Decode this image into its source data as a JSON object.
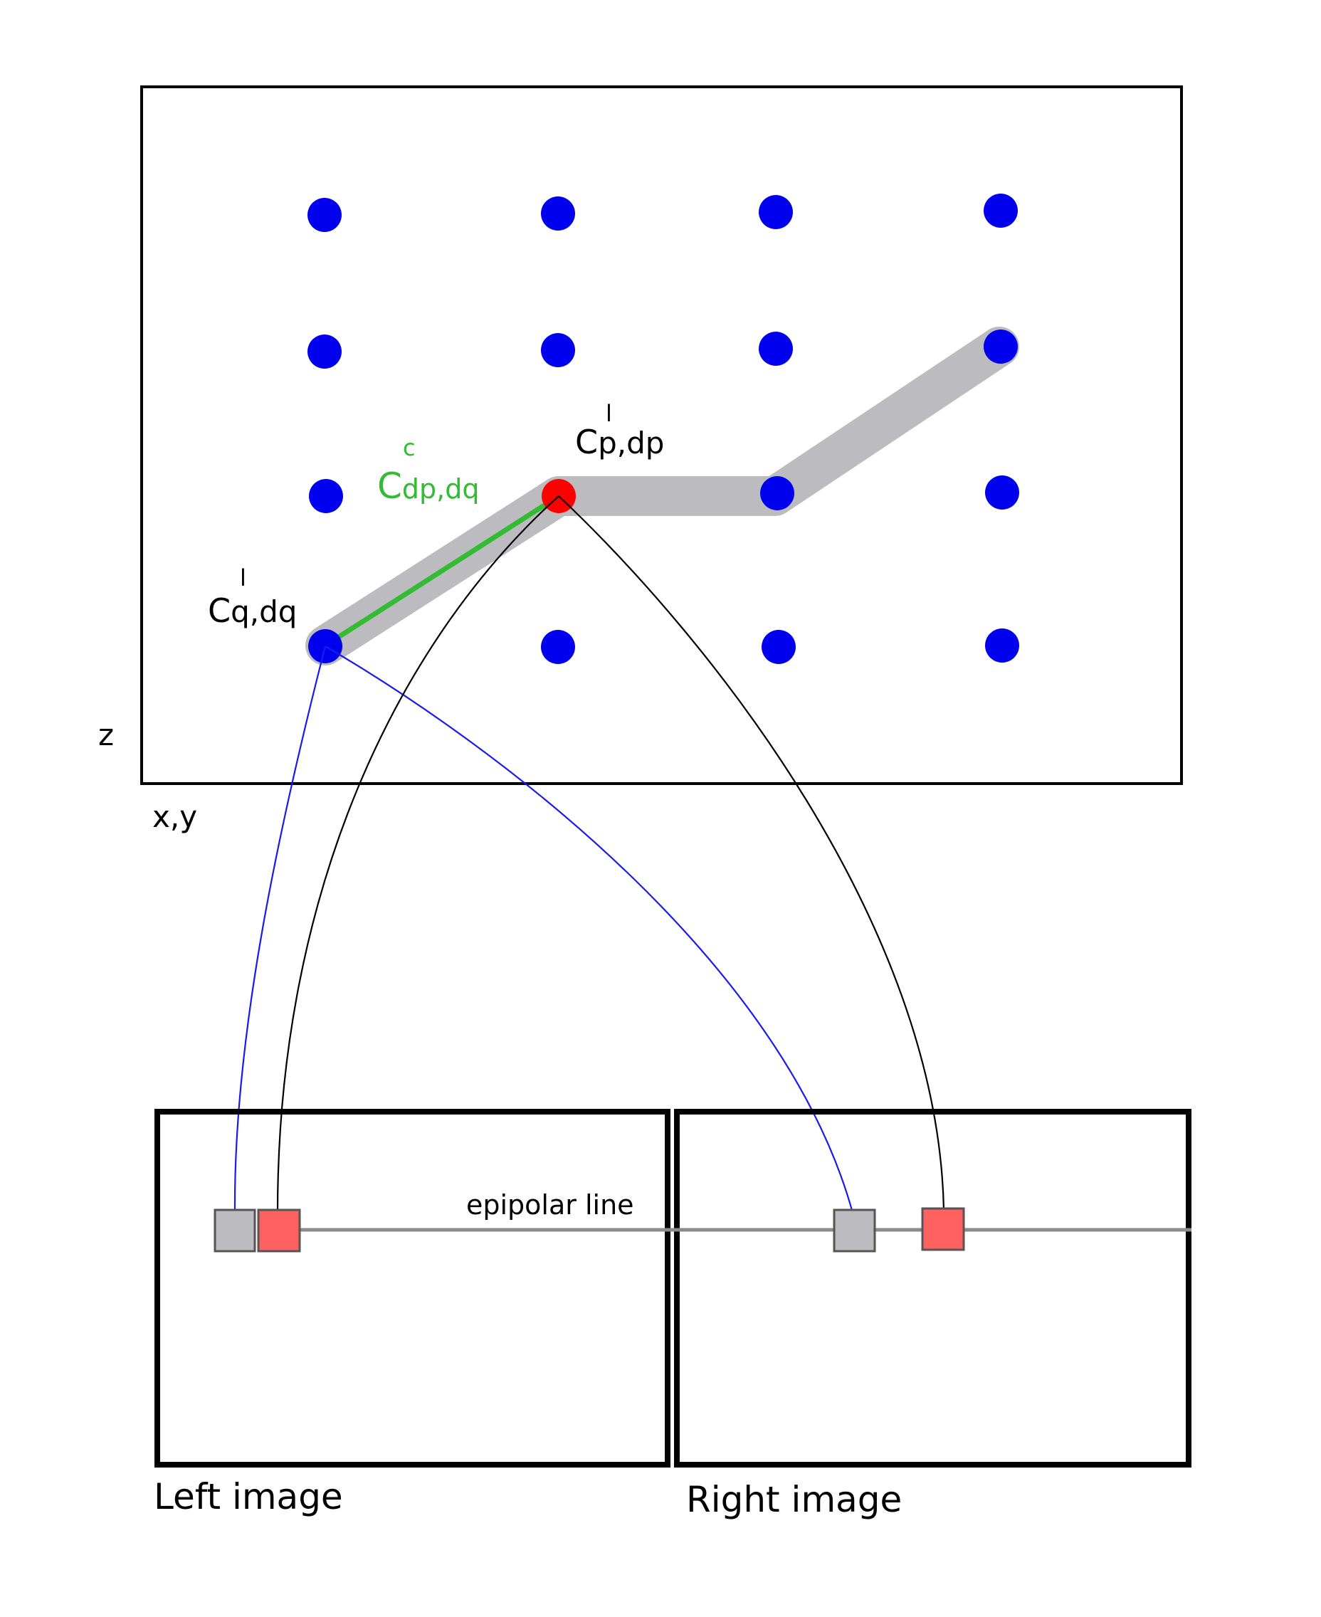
{
  "axes": {
    "z_label": "z",
    "xy_label": "x,y"
  },
  "labels": {
    "cost_q": {
      "main": "C",
      "sub": "q,dq",
      "sup": "l"
    },
    "cost_p": {
      "main": "C",
      "sub": "p,dp",
      "sup": "l"
    },
    "cost_pq": {
      "main": "C",
      "sub": "dp,dq",
      "sup": "c"
    }
  },
  "images": {
    "left_caption": "Left image",
    "right_caption": "Right image",
    "epipolar_label": "epipolar line"
  },
  "colors": {
    "grid_point": "#0000ee",
    "selected_point": "#ff0000",
    "path_highlight": "#bcbbbf",
    "pairwise_edge": "#33bb33",
    "pixel_q": "#bcbbbf",
    "pixel_p": "#ff6060",
    "blue_link": "#1a1aee",
    "black_link": "#000000",
    "epipolar": "#8a8a8f"
  }
}
